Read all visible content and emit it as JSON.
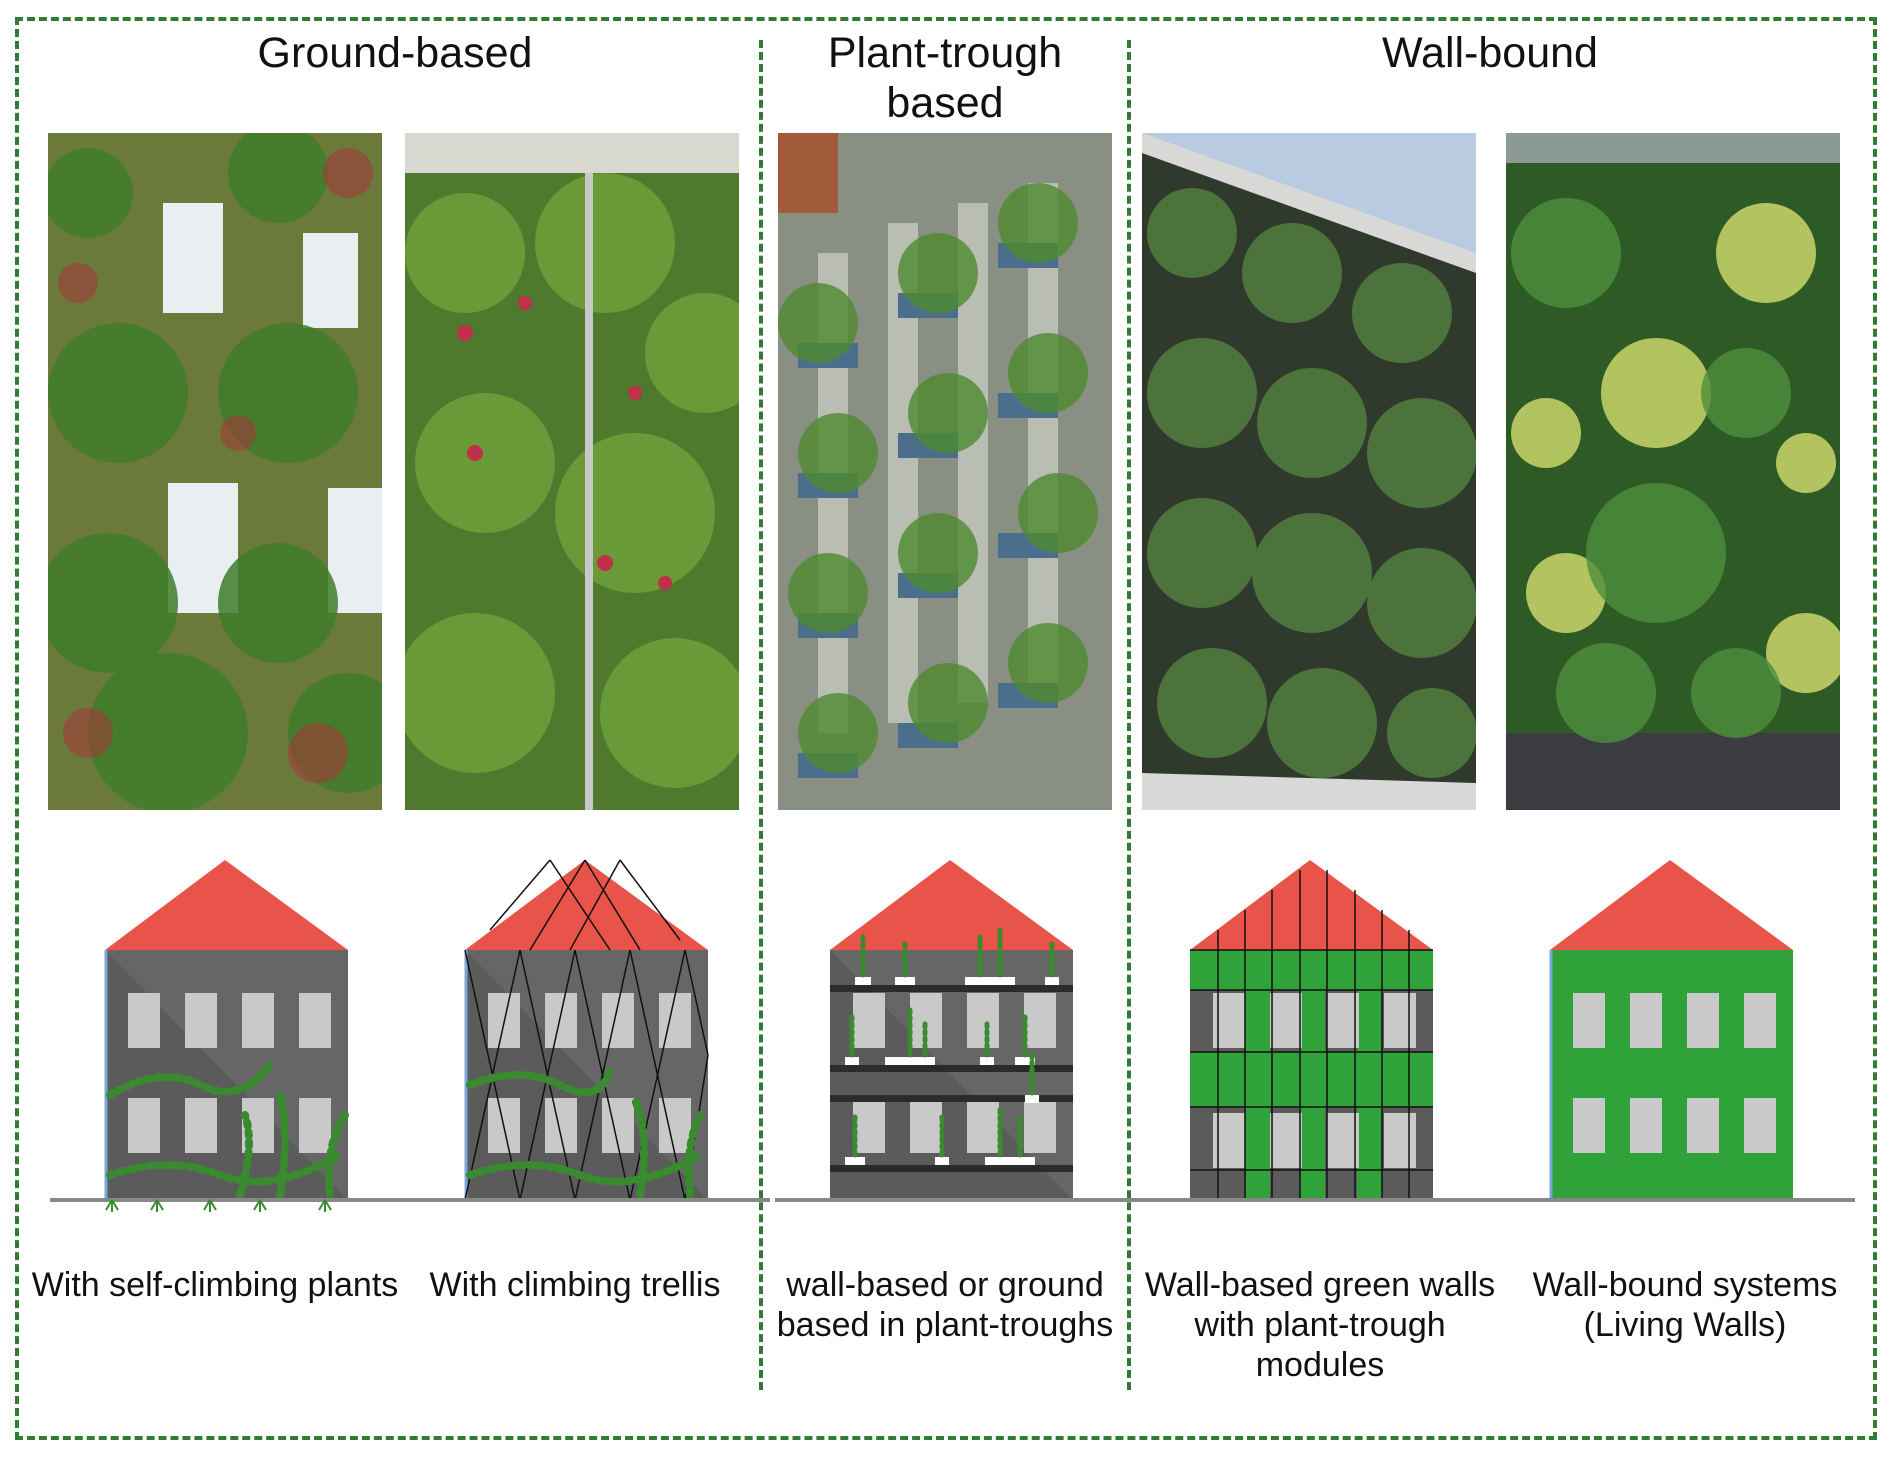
{
  "groups": {
    "ground": "Ground-based",
    "trough": "Plant-trough based",
    "wall": "Wall-bound"
  },
  "captions": {
    "c1": "With self-climbing plants",
    "c2": "With climbing trellis",
    "c3": "wall-based or ground based in plant-troughs",
    "c4": "Wall-based green walls with plant-trough modules",
    "c5": "Wall-bound systems (Living Walls)"
  },
  "colors": {
    "frame": "#2e7d32",
    "roof": "#e8534a",
    "wall": "#5b5b5b",
    "window": "#c9c9c9",
    "green": "#2fa33a",
    "ivy": "#3a8a2f"
  }
}
